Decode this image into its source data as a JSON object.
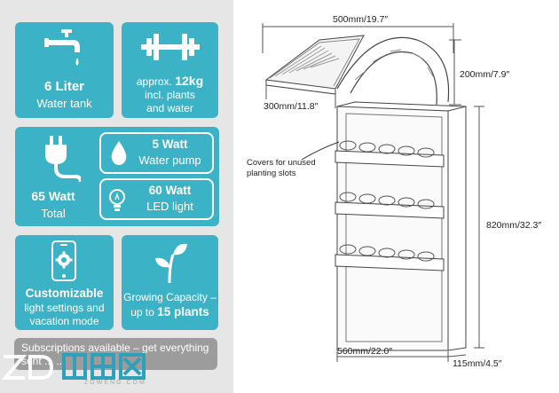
{
  "tiles": {
    "water_tank": {
      "value": "6 Liter",
      "label": "Water tank"
    },
    "weight": {
      "prefix": "approx.",
      "value": "12kg",
      "line2": "incl. plants",
      "line3": "and water"
    },
    "total": {
      "value": "65 Watt",
      "label": "Total"
    },
    "pump": {
      "value": "5 Watt",
      "label": "Water pump"
    },
    "led": {
      "value": "60 Watt",
      "label": "LED light"
    },
    "custom": {
      "title": "Customizable",
      "line2": "light settings and",
      "line3": "vacation mode"
    },
    "capacity": {
      "line1": "Growing Capacity –",
      "prefix": "up to",
      "value": "15 plants"
    }
  },
  "banner": {
    "line1": "Subscriptions available – get everything",
    "line2": "sent ... ..."
  },
  "watermark": {
    "brand": "ZOWENG.COM"
  },
  "dimensions": {
    "width_top": "500mm/19.7″",
    "lamp_height": "200mm/7.9″",
    "lamp_depth": "300mm/11.8″",
    "height": "820mm/32.3″",
    "width_bottom": "560mm/22.0″",
    "depth_bottom": "115mm/4.5″"
  },
  "annotation": {
    "line1": "Covers for unused",
    "line2": "planting slots"
  },
  "colors": {
    "tile": "#3cb2c6",
    "panel": "#e6e6e6",
    "banner": "#9c9c9c"
  }
}
